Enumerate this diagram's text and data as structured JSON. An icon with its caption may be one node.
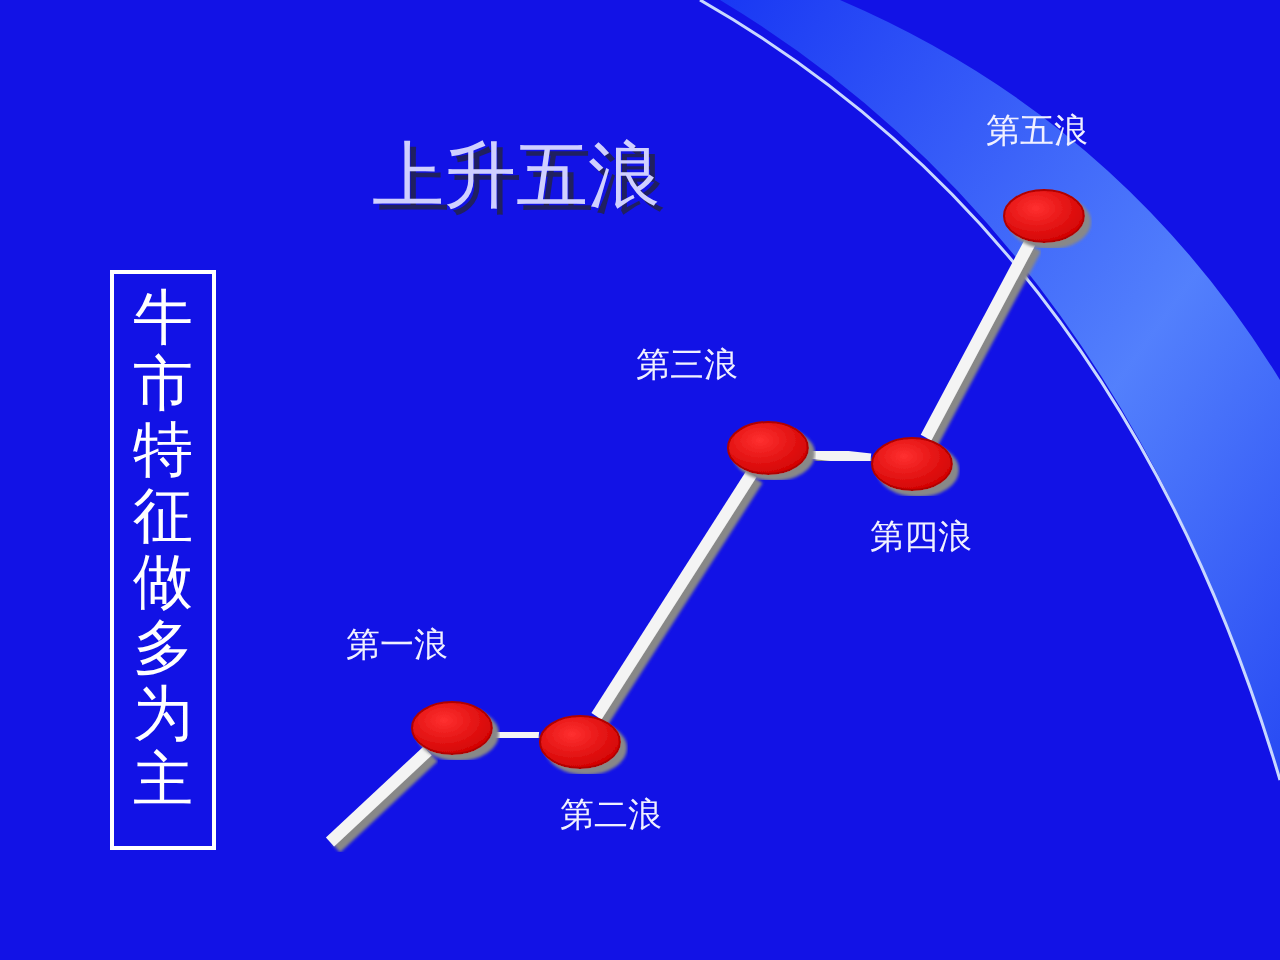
{
  "diagram": {
    "title": "上升五浪",
    "nodes": [
      {
        "text": [
          "牛市特征做多为主"
        ]
      },
      {
        "text": [],
        "shape": "circle",
        "beside": [
          "第一浪"
        ]
      },
      {
        "text": [],
        "shape": "circle",
        "beside": [
          "第二浪"
        ]
      },
      {
        "text": [],
        "shape": "circle",
        "beside": [
          "第三浪"
        ]
      },
      {
        "text": [],
        "shape": "circle",
        "beside": [
          "第四浪"
        ]
      },
      {
        "text": [],
        "shape": "circle",
        "beside": [
          "第五浪"
        ]
      }
    ],
    "edges": [
      {
        "from": null,
        "to": 1,
        "arrow": "none"
      },
      {
        "from": 1,
        "to": 2,
        "arrow": "none"
      },
      {
        "from": 2,
        "to": 3,
        "arrow": "none"
      },
      {
        "from": 3,
        "to": 4,
        "arrow": "none"
      },
      {
        "from": 4,
        "to": 5,
        "arrow": "none"
      }
    ]
  }
}
